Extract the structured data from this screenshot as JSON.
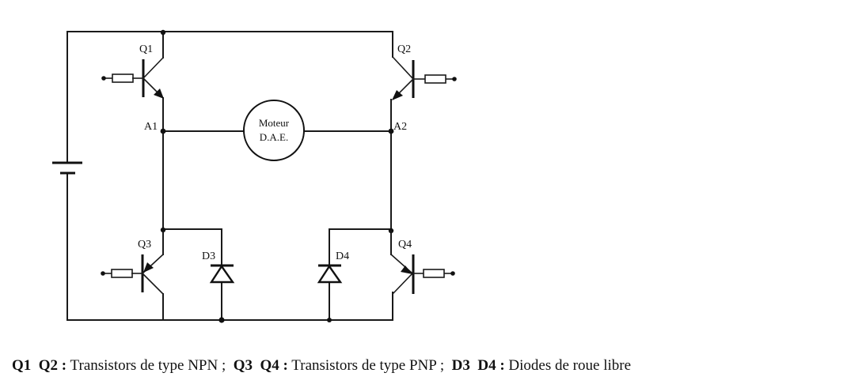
{
  "diagram": {
    "title": "H-bridge motor driver",
    "labels": {
      "q1": "Q1",
      "q2": "Q2",
      "q3": "Q3",
      "q4": "Q4",
      "d3": "D3",
      "d4": "D4",
      "a1": "A1",
      "a2": "A2",
      "motor_line1": "Moteur",
      "motor_line2": "D.A.E."
    },
    "components": [
      {
        "id": "Q1",
        "type": "NPN transistor",
        "position": "top-left"
      },
      {
        "id": "Q2",
        "type": "NPN transistor",
        "position": "top-right"
      },
      {
        "id": "Q3",
        "type": "PNP transistor",
        "position": "bottom-left"
      },
      {
        "id": "Q4",
        "type": "PNP transistor",
        "position": "bottom-right"
      },
      {
        "id": "D3",
        "type": "freewheel diode",
        "position": "bottom-left"
      },
      {
        "id": "D4",
        "type": "freewheel diode",
        "position": "bottom-right"
      },
      {
        "id": "M",
        "type": "DC motor",
        "label": "Moteur D.A.E."
      },
      {
        "id": "E",
        "type": "battery",
        "position": "left"
      }
    ]
  },
  "caption": {
    "parts": [
      {
        "bold": "Q1  Q2 :",
        "text": " Transistors de type NPN ;  "
      },
      {
        "bold": "Q3  Q4 :",
        "text": " Transistors de type PNP ;  "
      },
      {
        "bold": "D3  D4 :",
        "text": " Diodes de roue libre"
      }
    ]
  }
}
